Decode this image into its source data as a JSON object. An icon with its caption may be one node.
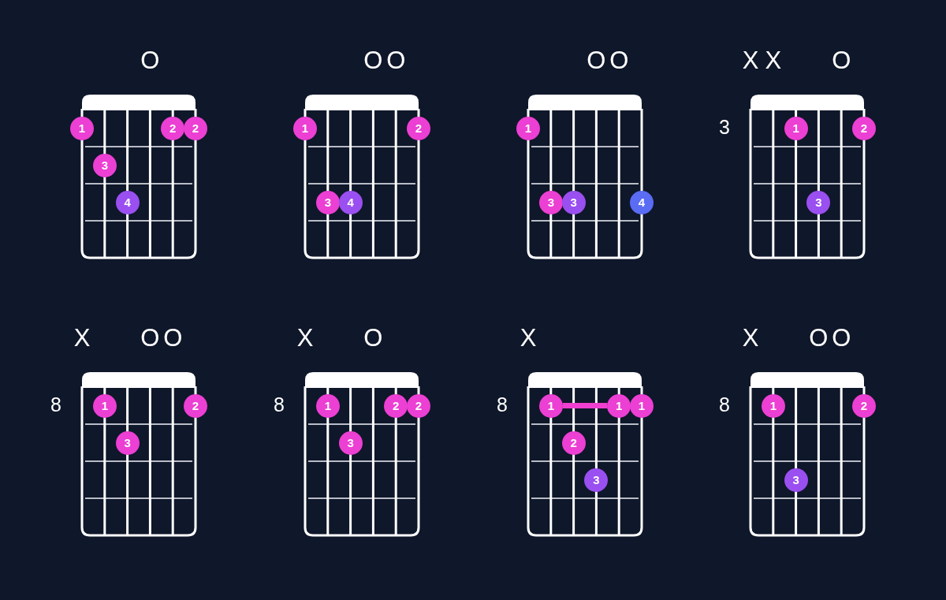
{
  "diagram": {
    "nodes": [
      {
        "text": [],
        "shape": "box",
        "beside": [
          "O"
        ]
      },
      {
        "text": [
          "1"
        ],
        "in": 0
      },
      {
        "text": [
          "2"
        ],
        "in": 0
      },
      {
        "text": [
          "2"
        ],
        "in": 0
      },
      {
        "text": [
          "3"
        ],
        "in": 0
      },
      {
        "text": [
          "4"
        ],
        "in": 0
      },
      {
        "text": [],
        "shape": "box",
        "beside": [
          "O",
          "O"
        ]
      },
      {
        "text": [
          "1"
        ],
        "in": 6
      },
      {
        "text": [
          "2"
        ],
        "in": 6
      },
      {
        "text": [
          "3"
        ],
        "in": 6
      },
      {
        "text": [
          "4"
        ],
        "in": 6
      },
      {
        "text": [],
        "shape": "box",
        "beside": [
          "O",
          "O"
        ]
      },
      {
        "text": [
          "1"
        ],
        "in": 11
      },
      {
        "text": [
          "3"
        ],
        "in": 11
      },
      {
        "text": [
          "3"
        ],
        "in": 11
      },
      {
        "text": [
          "4"
        ],
        "in": 11
      },
      {
        "text": [],
        "shape": "box",
        "beside": [
          "X",
          "X",
          "O",
          "3"
        ]
      },
      {
        "text": [
          "1"
        ],
        "in": 16
      },
      {
        "text": [
          "2"
        ],
        "in": 16
      },
      {
        "text": [
          "3"
        ],
        "in": 16
      },
      {
        "text": [],
        "shape": "box",
        "beside": [
          "X",
          "O",
          "O",
          "8"
        ]
      },
      {
        "text": [
          "1"
        ],
        "in": 20
      },
      {
        "text": [
          "2"
        ],
        "in": 20
      },
      {
        "text": [
          "3"
        ],
        "in": 20
      },
      {
        "text": [],
        "shape": "box",
        "beside": [
          "X",
          "O",
          "8"
        ]
      },
      {
        "text": [
          "1"
        ],
        "in": 24
      },
      {
        "text": [
          "2"
        ],
        "in": 24
      },
      {
        "text": [
          "2"
        ],
        "in": 24
      },
      {
        "text": [
          "3"
        ],
        "in": 24
      },
      {
        "text": [],
        "shape": "box",
        "beside": [
          "X",
          "8"
        ]
      },
      {
        "text": [
          "1"
        ],
        "in": 29
      },
      {
        "text": [
          "1"
        ],
        "in": 29
      },
      {
        "text": [
          "1"
        ],
        "in": 29
      },
      {
        "text": [
          "2"
        ],
        "in": 29
      },
      {
        "text": [
          "3"
        ],
        "in": 29
      },
      {
        "text": [],
        "shape": "box",
        "beside": [
          "X",
          "O",
          "O",
          "8"
        ]
      },
      {
        "text": [
          "1"
        ],
        "in": 35
      },
      {
        "text": [
          "2"
        ],
        "in": 35
      },
      {
        "text": [
          "3"
        ],
        "in": 35
      }
    ],
    "edges": [
      {
        "from": 30,
        "to": 31,
        "arrow": "none",
        "color": "#f03fd0"
      }
    ]
  }
}
